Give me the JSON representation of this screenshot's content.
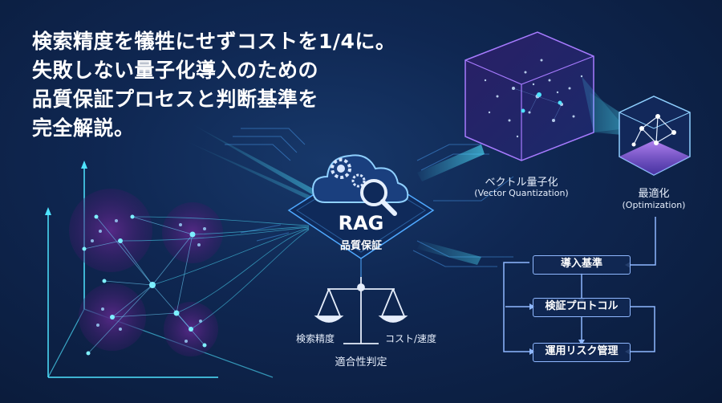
{
  "headline": [
    "検索精度を犠牲にせずコストを1/4に。",
    "失敗しない量子化導入のための",
    "品質保証プロセスと判断基準を",
    "完全解説。"
  ],
  "hub": {
    "title": "RAG",
    "subtitle": "品質保証"
  },
  "vq": {
    "label": "ベクトル量子化",
    "label_en": "(Vector Quantization)"
  },
  "opt": {
    "label": "最適化",
    "label_en": "(Optimization)"
  },
  "scale": {
    "left": "検索精度",
    "right": "コスト/速度",
    "caption": "適合性判定"
  },
  "flow": [
    "導入基準",
    "検証プロトコル",
    "運用リスク管理"
  ],
  "icons": [
    "cloud-gear-magnifier-icon",
    "balance-scale-icon",
    "cube-point-cloud-icon",
    "small-cube-network-icon",
    "vector-scatter-graph-icon"
  ],
  "colors": {
    "background": "#0f2752",
    "accent_cyan": "#4fe3ff",
    "accent_purple": "#a77bff",
    "flow_border": "#8fb8ff"
  }
}
